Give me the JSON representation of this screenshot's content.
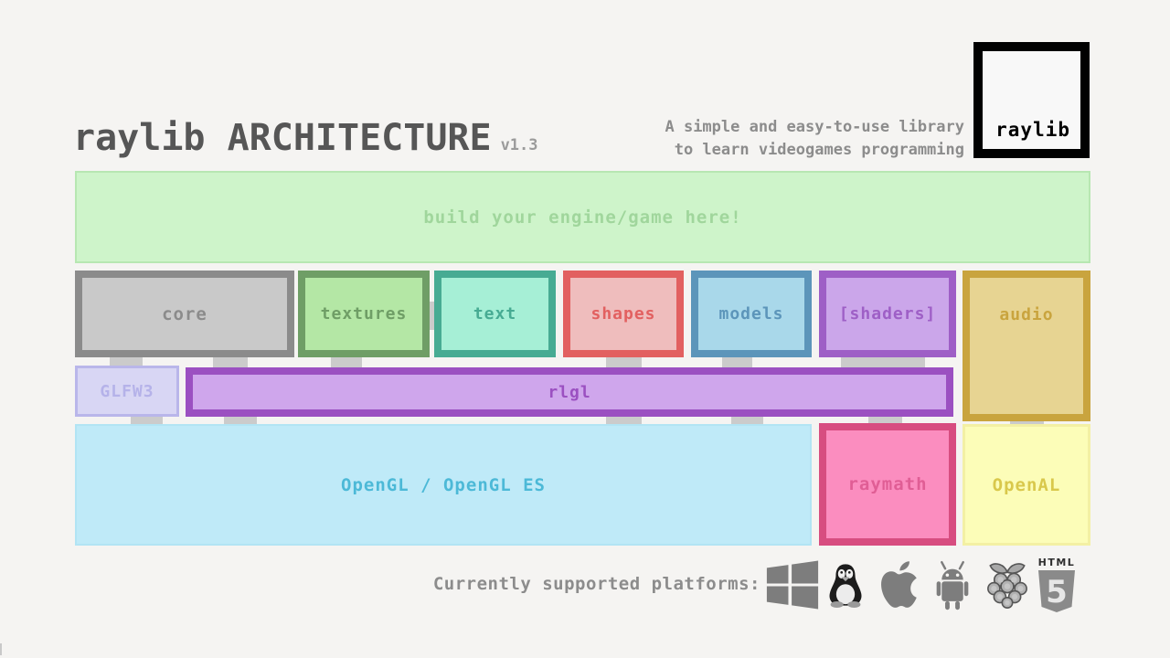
{
  "header": {
    "title": "raylib ARCHITECTURE",
    "version": "v1.3",
    "tagline_line1": "A simple and easy-to-use library",
    "tagline_line2": "to learn videogames programming",
    "logo_text": "raylib"
  },
  "engine_box": {
    "label": "build your engine/game here!",
    "fill": "#cef4ca",
    "border": "#b7e7b2",
    "text_color": "#a0d69c"
  },
  "modules": [
    {
      "label": "core",
      "fill": "#c9c9c9",
      "border": "#8b8b8b"
    },
    {
      "label": "textures",
      "fill": "#b4e7a5",
      "border": "#6f9e66"
    },
    {
      "label": "text",
      "fill": "#a6efd6",
      "border": "#47ab93"
    },
    {
      "label": "shapes",
      "fill": "#efbdbd",
      "border": "#e26060"
    },
    {
      "label": "models",
      "fill": "#a9d8ea",
      "border": "#5c95ba"
    },
    {
      "label": "[shaders]",
      "fill": "#cba6ea",
      "border": "#9e5fc6"
    },
    {
      "label": "audio",
      "fill": "#e7d492",
      "border": "#c9a43e"
    }
  ],
  "middle_layer": [
    {
      "label": "GLFW3",
      "fill": "#d8d6f4",
      "border": "#b9b6ea"
    },
    {
      "label": "rlgl",
      "fill": "#cfa6ec",
      "border": "#9b50c1"
    }
  ],
  "bottom_layer": [
    {
      "label": "OpenGL / OpenGL ES",
      "fill": "#bfeaf8",
      "text_color": "#4cb9d7"
    },
    {
      "label": "raymath",
      "fill": "#fb8dbf",
      "border": "#d74d80"
    },
    {
      "label": "OpenAL",
      "fill": "#fcfdb8",
      "text_color": "#d9c84b"
    }
  ],
  "platforms": {
    "label": "Currently supported platforms:",
    "icons": [
      "windows",
      "linux",
      "apple",
      "android",
      "raspberry-pi",
      "html5"
    ],
    "html5_text": "HTML",
    "html5_number": "5",
    "icon_color": "#7d7d7d"
  },
  "colors": {
    "background": "#f5f4f2",
    "title": "#565656",
    "muted_text": "#8c8c8c",
    "connector": "#cbcbcb"
  }
}
